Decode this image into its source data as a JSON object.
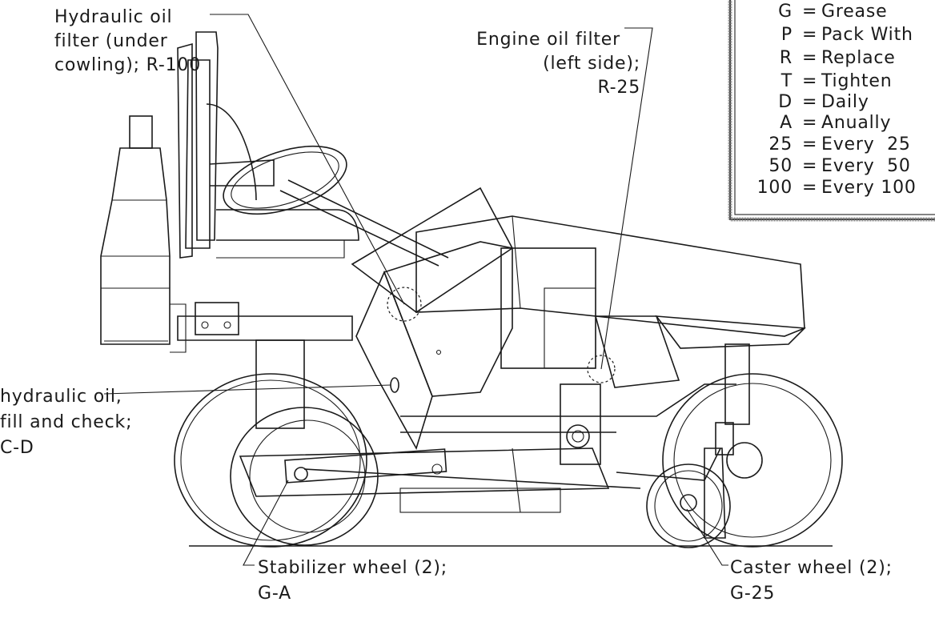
{
  "callouts": {
    "hydraulic_filter": [
      "Hydraulic oil",
      "filter (under",
      "cowling); R-100"
    ],
    "engine_filter": [
      "Engine oil filter",
      "(left side);",
      "R-25"
    ],
    "hydraulic_fill": [
      "hydraulic oil,",
      "fill and check;",
      "C-D"
    ],
    "stabilizer": [
      "Stabilizer wheel (2);",
      "G-A"
    ],
    "caster": [
      "Caster wheel (2);",
      "G-25"
    ]
  },
  "legend": [
    {
      "code": "G",
      "meaning": "Grease"
    },
    {
      "code": "P",
      "meaning": "Pack With"
    },
    {
      "code": "R",
      "meaning": "Replace"
    },
    {
      "code": "T",
      "meaning": "Tighten"
    },
    {
      "code": "D",
      "meaning": "Daily"
    },
    {
      "code": "A",
      "meaning": "Anually"
    },
    {
      "code": "25",
      "meaning": "Every  25"
    },
    {
      "code": "50",
      "meaning": "Every  50"
    },
    {
      "code": "100",
      "meaning": "Every 100"
    }
  ],
  "colors": {
    "ink": "#1a1a1a",
    "background": "#ffffff"
  }
}
